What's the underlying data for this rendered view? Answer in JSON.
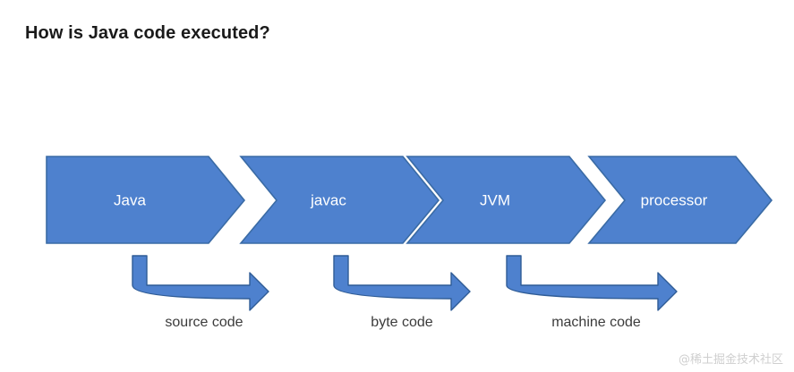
{
  "slide": {
    "title": "How is Java code executed?",
    "background_color": "#ffffff"
  },
  "theme": {
    "chevron_fill": "#4E81CE",
    "chevron_stroke": "#3A6BA5",
    "chevron_text_color": "#FFFFFF",
    "arrow_fill": "#4E81CE",
    "arrow_stroke": "#2F5C96",
    "caption_color": "#3B3B3B",
    "title_color": "#1A1A1A"
  },
  "flow": {
    "steps": [
      {
        "id": "java",
        "label": "Java"
      },
      {
        "id": "javac",
        "label": "javac"
      },
      {
        "id": "jvm",
        "label": "JVM"
      },
      {
        "id": "processor",
        "label": "processor"
      }
    ],
    "transitions": [
      {
        "id": "source-code",
        "label": "source code",
        "from": "java",
        "to": "javac"
      },
      {
        "id": "byte-code",
        "label": "byte code",
        "from": "javac",
        "to": "jvm"
      },
      {
        "id": "machine-code",
        "label": "machine code",
        "from": "jvm",
        "to": "processor"
      }
    ]
  },
  "watermark": {
    "text": "@稀土掘金技术社区"
  }
}
